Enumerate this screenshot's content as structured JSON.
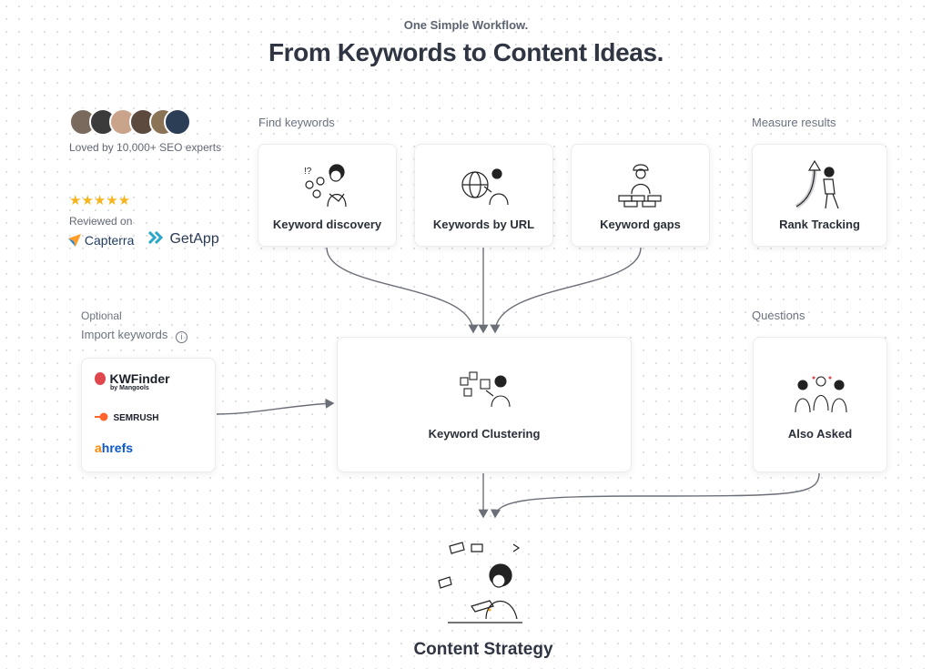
{
  "header": {
    "eyebrow": "One Simple Workflow.",
    "title": "From Keywords to Content Ideas."
  },
  "social_proof": {
    "loved_text": "Loved by 10,000+ SEO experts",
    "stars": "★★★★★",
    "reviewed_text": "Reviewed on",
    "review_sites": [
      "Capterra",
      "GetApp"
    ]
  },
  "sections": {
    "find_keywords": "Find keywords",
    "measure_results": "Measure results",
    "optional": "Optional",
    "import_keywords": "Import keywords",
    "questions": "Questions"
  },
  "cards": {
    "keyword_discovery": "Keyword discovery",
    "keywords_by_url": "Keywords by URL",
    "keyword_gaps": "Keyword gaps",
    "rank_tracking": "Rank Tracking",
    "keyword_clustering": "Keyword Clustering",
    "also_asked": "Also Asked"
  },
  "import_tools": {
    "kwfinder": "KWFinder",
    "kwfinder_sub": "by Mangools",
    "semrush": "SEMRUSH",
    "ahrefs_a": "a",
    "ahrefs_rest": "hrefs"
  },
  "output": {
    "content_strategy": "Content Strategy"
  },
  "colors": {
    "title": "#2f3542",
    "star": "#f6b51e",
    "kwfinder": "#e0474c",
    "semrush": "#ff642d",
    "ahrefs": "#ff8800",
    "ahrefs_text": "#0a58ca",
    "arrow": "#6b6f78"
  }
}
